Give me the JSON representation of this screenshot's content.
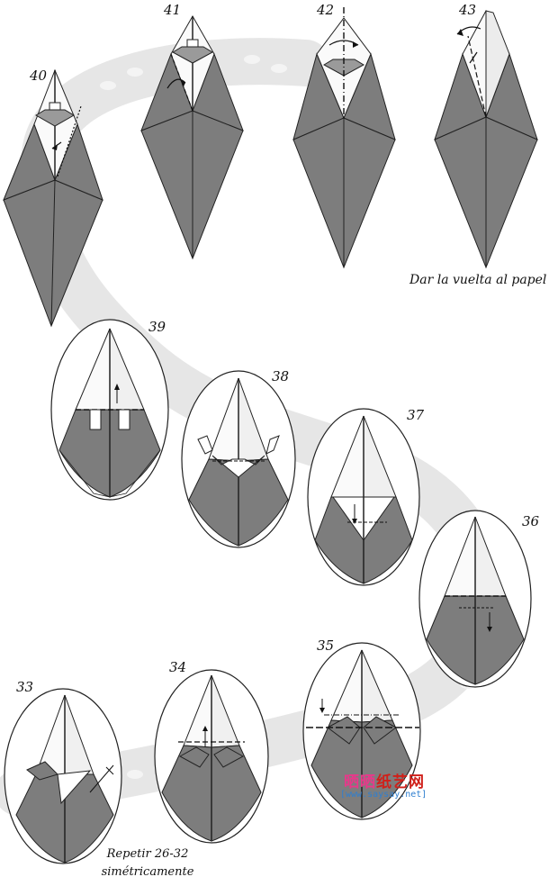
{
  "steps": [
    {
      "number": "40"
    },
    {
      "number": "41"
    },
    {
      "number": "42"
    },
    {
      "number": "43"
    },
    {
      "number": "39"
    },
    {
      "number": "38"
    },
    {
      "number": "37"
    },
    {
      "number": "36"
    },
    {
      "number": "33"
    },
    {
      "number": "34"
    },
    {
      "number": "35"
    }
  ],
  "captions": {
    "turn_over": "Dar la vuelta al papel",
    "repeat_line1": "Repetir 26-32",
    "repeat_line2": "simétricamente"
  },
  "watermark": {
    "chinese_part1": "晒晒",
    "chinese_part2": "纸艺网",
    "url": "[www.saysay.net]"
  },
  "colors": {
    "paper_gray": "#7d7d7d",
    "paper_white": "#fafafa",
    "background_path": "#e2e2e2",
    "watermark_pink": "#e8388a",
    "watermark_red": "#d0201a",
    "watermark_blue": "#2f7fd0"
  }
}
